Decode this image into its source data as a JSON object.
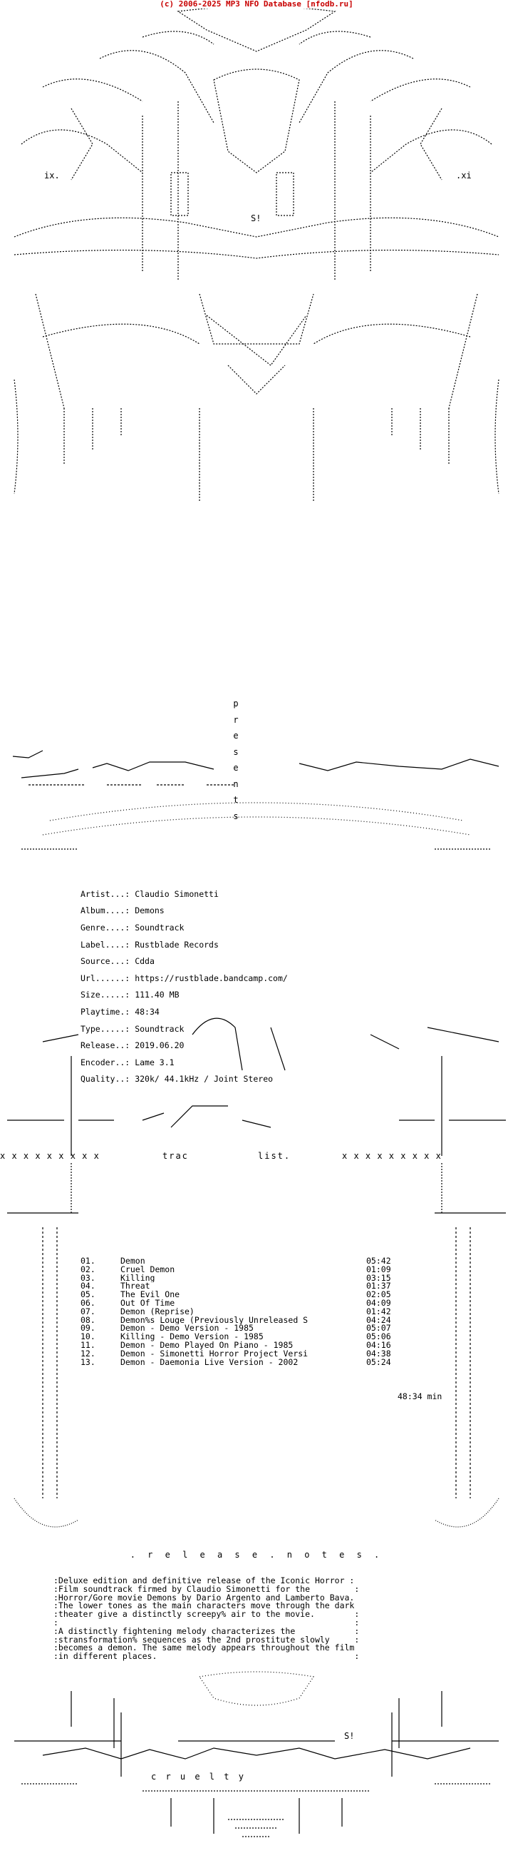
{
  "banner": "(c) 2006-2025 MP3 NFO Database [nfodb.ru]",
  "header_art": {
    "left_tag": "ix.",
    "right_tag": ".xi",
    "center_mark": "S!"
  },
  "presents": [
    "p",
    "r",
    "e",
    "s",
    "e",
    "n",
    "t",
    "s"
  ],
  "info": {
    "artist_label": "Artist...:",
    "artist": "Claudio Simonetti",
    "album_label": "Album....:",
    "album": "Demons",
    "genre_label": "Genre....:",
    "genre": "Soundtrack",
    "label_label": "Label....:",
    "label": "Rustblade Records",
    "source_label": "Source...:",
    "source": "Cdda",
    "url_label": "Url......:",
    "url": "https://rustblade.bandcamp.com/",
    "size_label": "Size.....:",
    "size": "111.40 MB",
    "playtime_label": "Playtime.:",
    "playtime": "48:34",
    "type_label": "Type.....:",
    "type": "Soundtrack",
    "release_label": "Release..:",
    "release": "2019.06.20",
    "encoder_label": "Encoder..:",
    "encoder": "Lame 3.1",
    "quality_label": "Quality..:",
    "quality": "320k/ 44.1kHz / Joint Stereo"
  },
  "tracklist": {
    "heading_left": "trac",
    "heading_right": "list.",
    "x_row": "x x x x x x x x x",
    "tracks": [
      {
        "num": "01.",
        "title": "Demon",
        "time": "05:42"
      },
      {
        "num": "02.",
        "title": "Cruel Demon",
        "time": "01:09"
      },
      {
        "num": "03.",
        "title": "Killing",
        "time": "03:15"
      },
      {
        "num": "04.",
        "title": "Threat",
        "time": "01:37"
      },
      {
        "num": "05.",
        "title": "The Evil One",
        "time": "02:05"
      },
      {
        "num": "06.",
        "title": "Out Of Time",
        "time": "04:09"
      },
      {
        "num": "07.",
        "title": "Demon (Reprise)",
        "time": "01:42"
      },
      {
        "num": "08.",
        "title": "Demon%s Louge (Previously Unreleased S",
        "time": "04:24"
      },
      {
        "num": "09.",
        "title": "Demon - Demo Version - 1985",
        "time": "05:07"
      },
      {
        "num": "10.",
        "title": "Killing - Demo Version - 1985",
        "time": "05:06"
      },
      {
        "num": "11.",
        "title": "Demon - Demo Played On Piano - 1985",
        "time": "04:16"
      },
      {
        "num": "12.",
        "title": "Demon - Simonetti Horror Project Versi",
        "time": "04:38"
      },
      {
        "num": "13.",
        "title": "Demon - Daemonia Live Version - 2002",
        "time": "05:24"
      }
    ],
    "total": "48:34 min"
  },
  "release_notes": {
    "heading": ". r e l e a s e . n o t e s .",
    "lines": [
      ":Deluxe edition and definitive release of the Iconic Horror :",
      ":Film soundtrack firmed by Claudio Simonetti for the         :",
      ":Horror/Gore movie Demons by Dario Argento and Lamberto Bava.",
      ":The lower tones as the main characters move through the dark",
      ":theater give a distinctly screepy% air to the movie.        :",
      ":                                                            :",
      ":A distinctly fightening melody characterizes the            :",
      ":stransformation% sequences as the 2nd prostitute slowly     :",
      ":becomes a demon. The same melody appears throughout the film",
      ":in different places.                                        :"
    ]
  },
  "footer": {
    "word": "c r u e l t y",
    "mark": "S!"
  },
  "colors": {
    "banner": "#c80000",
    "ink": "#000000",
    "background": "#ffffff"
  }
}
